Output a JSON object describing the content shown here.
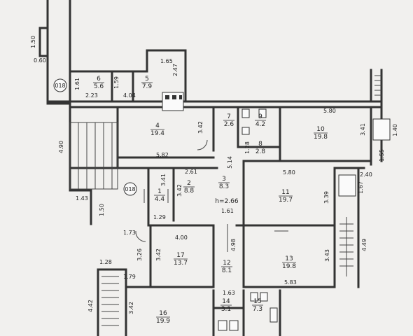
{
  "rooms": [
    {
      "num": "1",
      "area": "4.4"
    },
    {
      "num": "2",
      "area": "8.8"
    },
    {
      "num": "3",
      "area": "8.3"
    },
    {
      "num": "4",
      "area": "19.4"
    },
    {
      "num": "5",
      "area": "7.9"
    },
    {
      "num": "6",
      "area": "5.6"
    },
    {
      "num": "7",
      "area": "2.6"
    },
    {
      "num": "8",
      "area": "2.8"
    },
    {
      "num": "9",
      "area": "4.2"
    },
    {
      "num": "10",
      "area": "19.8"
    },
    {
      "num": "11",
      "area": "19.7"
    },
    {
      "num": "12",
      "area": "8.1"
    },
    {
      "num": "13",
      "area": "19.8"
    },
    {
      "num": "14",
      "area": "3.1"
    },
    {
      "num": "15",
      "area": "7.3"
    },
    {
      "num": "16",
      "area": "19.9"
    },
    {
      "num": "17",
      "area": "13.7"
    }
  ],
  "height_note": "h=2.66",
  "markers": [
    "018",
    "018"
  ],
  "dimensions": [
    "1.50",
    "0.60",
    "1.61",
    "2.23",
    "1.59",
    "4.04",
    "1.65",
    "2.47",
    "5.80",
    "3.42",
    "3.41",
    "1.40",
    "1.55",
    "4.90",
    "5.82",
    "1.28",
    "5.14",
    "3.41",
    "2.61",
    "3.42",
    "5.80",
    "2.40",
    "1.67",
    "3.39",
    "1.43",
    "1.50",
    "1.29",
    "1.61",
    "1.73",
    "4.00",
    "4.98",
    "3.26",
    "3.42",
    "3.43",
    "4.49",
    "1.28",
    "1.79",
    "1.63",
    "5.83",
    "4.42",
    "3.42"
  ]
}
